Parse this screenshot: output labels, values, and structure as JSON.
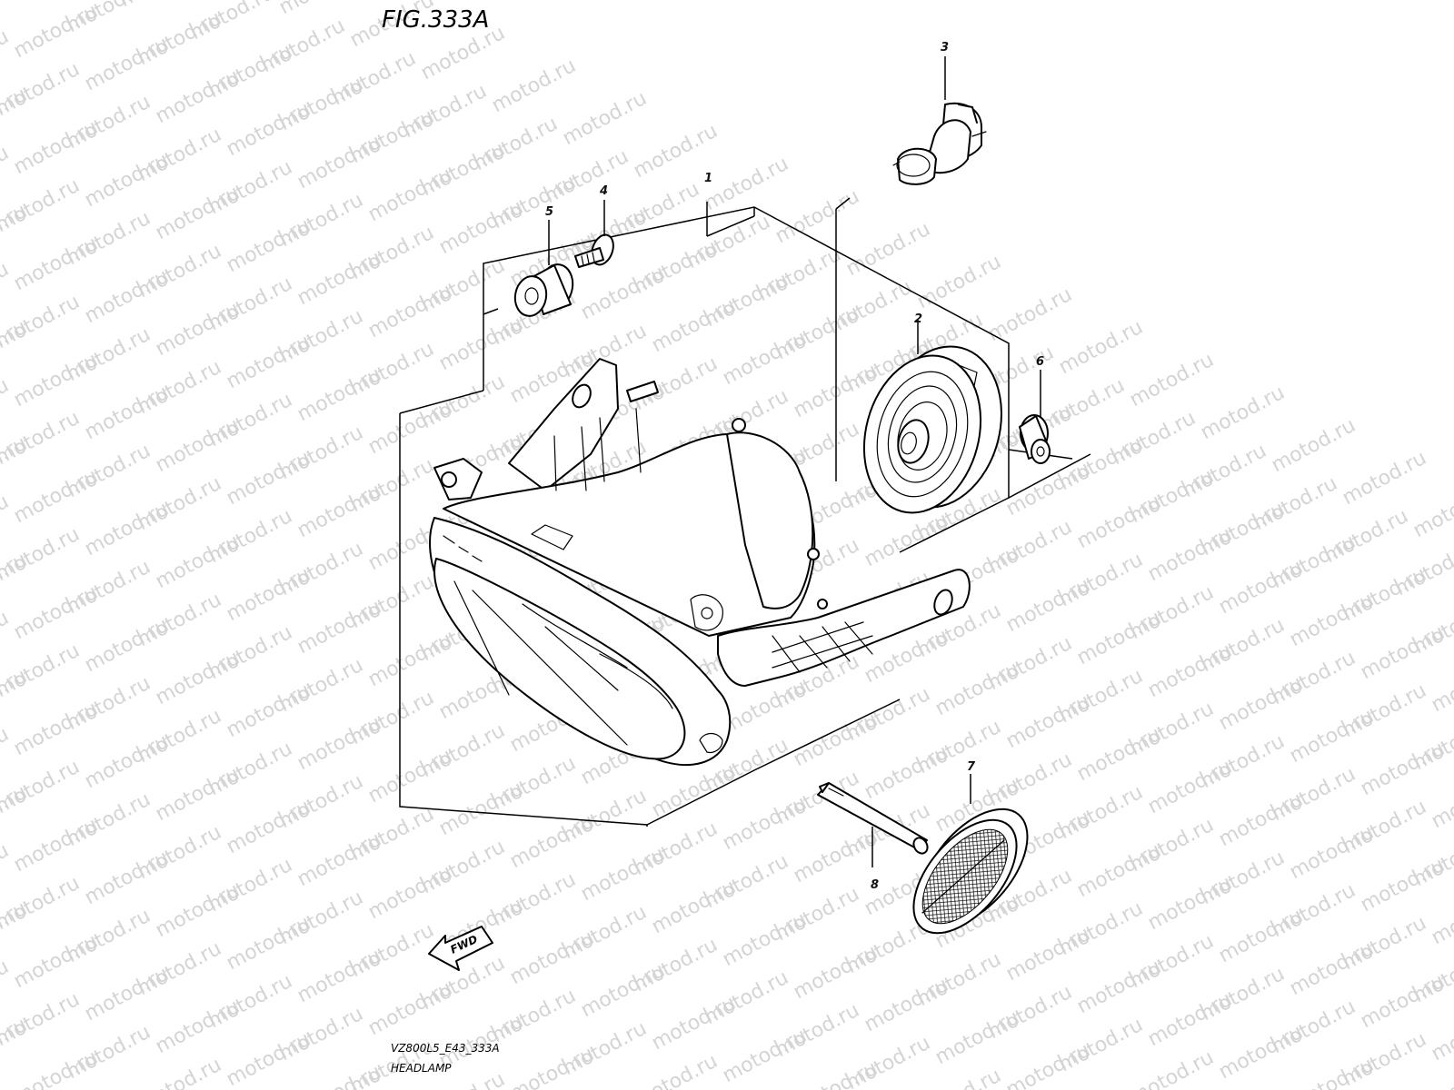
{
  "figure": {
    "title": "FIG.333A",
    "model_code": "VZ800L5_E43_333A",
    "caption": "HEADLAMP",
    "fwd_label": "FWD",
    "watermark": "motod.ru"
  },
  "callouts": [
    {
      "id": "1",
      "label": "1"
    },
    {
      "id": "2",
      "label": "2"
    },
    {
      "id": "3",
      "label": "3"
    },
    {
      "id": "4",
      "label": "4"
    },
    {
      "id": "5",
      "label": "5"
    },
    {
      "id": "6",
      "label": "6"
    },
    {
      "id": "7",
      "label": "7"
    },
    {
      "id": "8",
      "label": "8"
    }
  ]
}
